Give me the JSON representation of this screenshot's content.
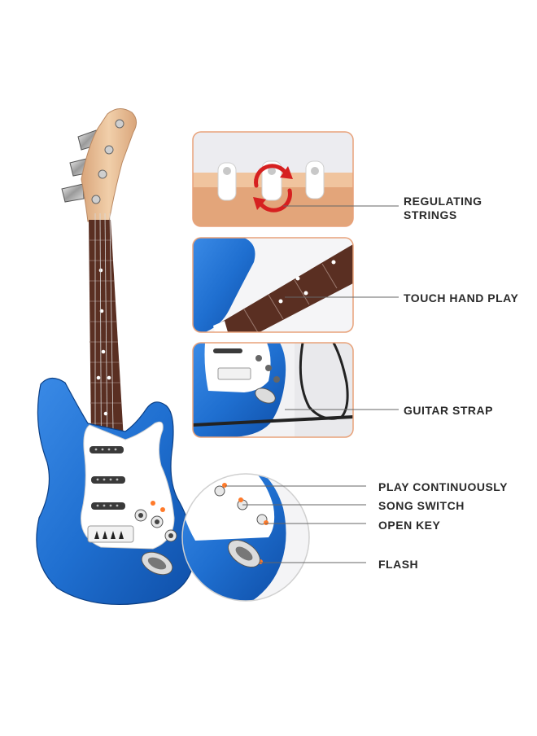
{
  "features": {
    "regulating_strings": "REGULATING STRINGS",
    "touch_hand_play": "TOUCH HAND PLAY",
    "guitar_strap": "GUITAR STRAP",
    "play_continuously": "PLAY CONTINUOUSLY",
    "song_switch": "SONG SWITCH",
    "open_key": "OPEN KEY",
    "flash": "FLASH"
  },
  "colors": {
    "body_blue": "#1f6fd0",
    "fretboard": "#5a2f22",
    "headstock": "#e9c4a0",
    "pickguard": "#ffffff",
    "callout_border": "#e8a27a",
    "leader_line": "#666666"
  },
  "icons": [
    "rotate-arrows-icon"
  ]
}
